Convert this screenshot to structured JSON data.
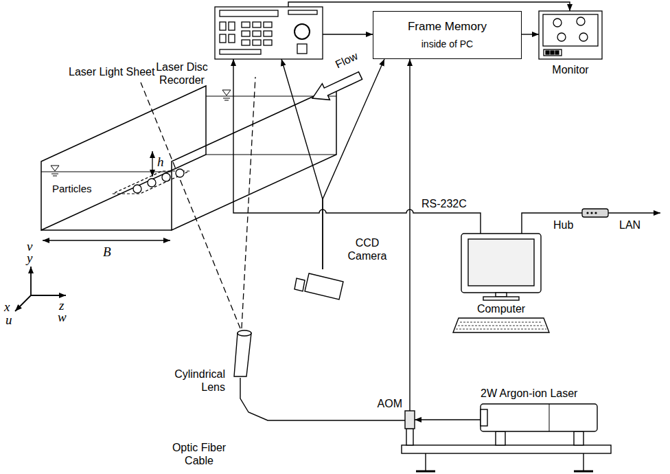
{
  "diagram": {
    "nodes": [
      {
        "text": [
          "Laser Disc Recorder"
        ]
      },
      {
        "text": [
          "Frame Memory",
          "inside of PC"
        ]
      },
      {
        "text": [
          "Monitor"
        ]
      },
      {
        "text": [
          "CCD Camera"
        ]
      },
      {
        "text": [
          "Computer"
        ]
      },
      {
        "text": [
          "Hub"
        ]
      },
      {
        "text": [
          "Cylindrical Lens"
        ]
      },
      {
        "text": [
          "AOM"
        ]
      },
      {
        "text": [
          "2W Argon-ion Laser"
        ]
      }
    ],
    "edges": [
      {
        "from": 0,
        "to": 1,
        "arrow": "to"
      },
      {
        "from": 1,
        "to": 2,
        "arrow": "to"
      },
      {
        "from": 0,
        "to": 2,
        "arrow": "to"
      },
      {
        "from": 3,
        "to": 0,
        "arrow": "to"
      },
      {
        "from": 3,
        "to": 1,
        "arrow": "to"
      },
      {
        "from": 4,
        "to": 0,
        "label": "RS-232C",
        "arrow": "to"
      },
      {
        "from": 4,
        "to": 5,
        "arrow": "none"
      },
      {
        "from": 7,
        "to": 1,
        "arrow": "to"
      },
      {
        "from": 8,
        "to": 7,
        "arrow": "to"
      },
      {
        "from": 7,
        "to": 6,
        "arrow": "none"
      }
    ],
    "labels": [
      "Laser Light Sheet",
      "Flow",
      "h",
      "Particles",
      "v",
      "y",
      "x",
      "u",
      "z",
      "w",
      "B",
      "LAN",
      "Optic Fiber Cable"
    ]
  }
}
